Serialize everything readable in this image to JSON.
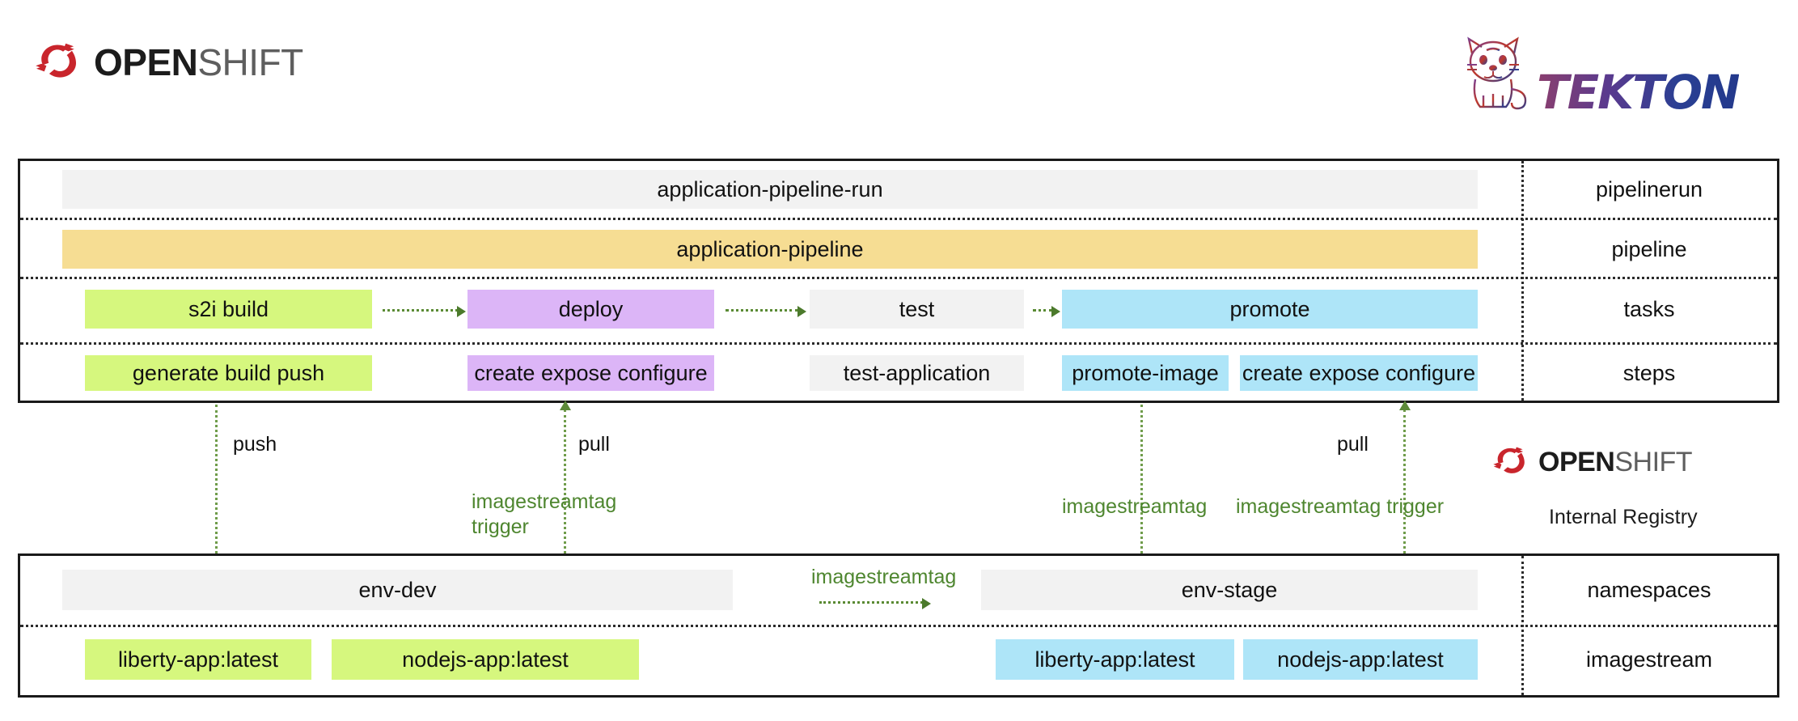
{
  "logos": {
    "openshift_top": {
      "bold": "OPEN",
      "light": "SHIFT",
      "icon": "openshift-logo-icon"
    },
    "tekton": {
      "word": "TEKTON",
      "icon": "tekton-cat-icon"
    },
    "openshift_registry": {
      "bold": "OPEN",
      "light": "SHIFT",
      "caption": "Internal Registry",
      "icon": "openshift-logo-icon"
    }
  },
  "pipeline_table": {
    "row_labels": [
      "pipelinerun",
      "pipeline",
      "tasks",
      "steps"
    ],
    "pipelinerun": {
      "label": "application-pipeline-run",
      "color": "#f2f2f2"
    },
    "pipeline": {
      "label": "application-pipeline",
      "color": "#f6dd93"
    },
    "tasks": [
      {
        "label": "s2i build",
        "color": "#d6f77e"
      },
      {
        "label": "deploy",
        "color": "#dcb5f7"
      },
      {
        "label": "test",
        "color": "#f2f2f2"
      },
      {
        "label": "promote",
        "color": "#aee5f8"
      }
    ],
    "steps": [
      {
        "label": "generate  build  push",
        "color": "#d6f77e"
      },
      {
        "label": "create expose configure",
        "color": "#dcb5f7"
      },
      {
        "label": "test-application",
        "color": "#f2f2f2"
      },
      {
        "label": "promote-image",
        "color": "#aee5f8"
      },
      {
        "label": "create expose configure",
        "color": "#aee5f8"
      }
    ]
  },
  "connectors": {
    "push": "push",
    "pull_dev": "pull",
    "pull_stage": "pull",
    "imagestreamtag_trigger_dev": "imagestreamtag\ntrigger",
    "imagestreamtag_trigger_dev_line1": "imagestreamtag",
    "imagestreamtag_trigger_dev_line2": "trigger",
    "imagestreamtag_promote": "imagestreamtag",
    "imagestreamtag_trigger_stage": "imagestreamtag trigger",
    "imagestreamtag_crossnamespace": "imagestreamtag"
  },
  "registry_table": {
    "row_labels": [
      "namespaces",
      "imagestream"
    ],
    "namespaces": [
      {
        "label": "env-dev",
        "color": "#f2f2f2"
      },
      {
        "label": "env-stage",
        "color": "#f2f2f2"
      }
    ],
    "imagestreams": [
      {
        "label": "liberty-app:latest",
        "color": "#d6f77e"
      },
      {
        "label": "nodejs-app:latest",
        "color": "#d6f77e"
      },
      {
        "label": "liberty-app:latest",
        "color": "#aee5f8"
      },
      {
        "label": "nodejs-app:latest",
        "color": "#aee5f8"
      }
    ]
  },
  "colors": {
    "green_accent": "#4e862f",
    "arrow_green": "#5d8a39",
    "border": "#1a1a1a",
    "openshift_red": "#c9252c",
    "tekton_blue": "#23398c"
  }
}
